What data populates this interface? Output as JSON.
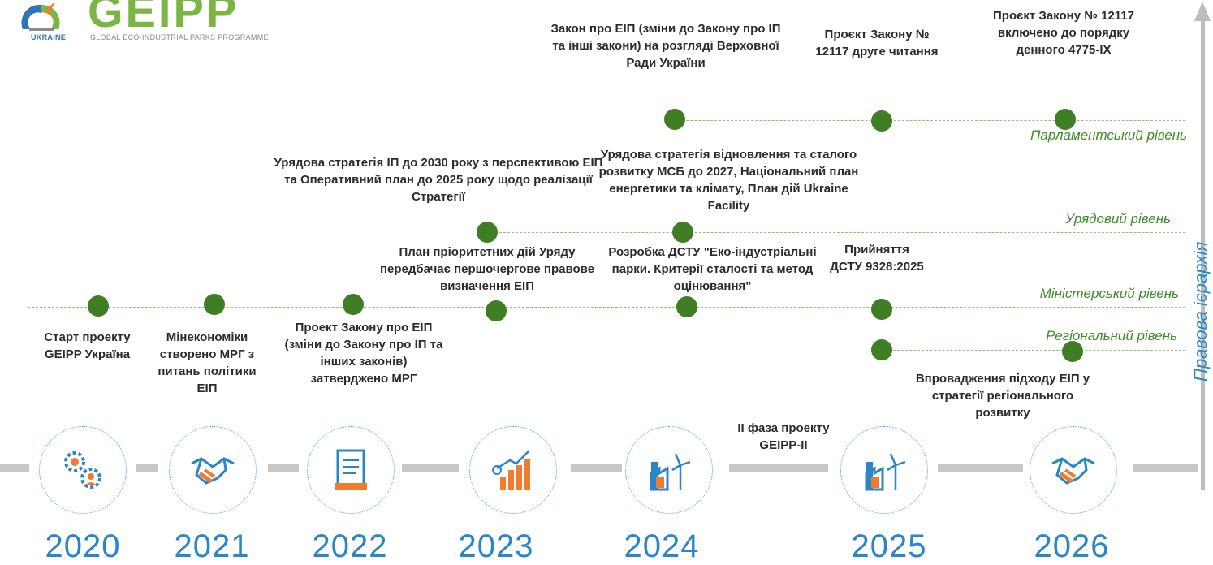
{
  "logo": {
    "title": "GEIPP",
    "country": "UKRAINE",
    "program": "GLOBAL ECO-INDUSTRIAL PARKS PROGRAMME",
    "colors": {
      "green": "#7bb543",
      "blue": "#2f74b5"
    }
  },
  "levels": {
    "parliament": "Парламентський рівень",
    "government": "Урядовий рівень",
    "ministry": "Міністерський рівень",
    "regional": "Регіональний рівень"
  },
  "axis_label": "Правова ієрархія",
  "events": {
    "e2020": "Старт проекту GEIPP Україна",
    "e2021": "Мінекономіки створено МРГ з питань політики ЕІП",
    "e2022": "Проект Закону про ЕІП (зміни до Закону про ІП та інших законів) затверджено МРГ",
    "e2023_gov": "Урядова стратегія ІП до 2030 року з перспективою ЕІП та Оперативний план до 2025 року щодо реалізації Стратегії",
    "e2023_min": "План пріоритетних дій Уряду передбачає першочергове правове визначення ЕІП",
    "e2024_parl": "Закон про ЕІП (зміни до Закону про ІП та інші закони) на розгляді Верховної Ради України",
    "e2024_gov": "Урядова стратегія відновлення та сталого розвитку МСБ до 2027, Національний план енергетики та клімату, План дій Ukraine Facility",
    "e2024_min": "Розробка ДСТУ \"Еко-індустріальні парки. Критерії сталості та метод оцінювання\"",
    "e2025_parl": "Проєкт Закону № 12117 друге читання",
    "e2025_min": "Прийняття ДСТУ 9328:2025",
    "e2026_parl": "Проєкт Закону № 12117 включено до порядку денного 4775-IX",
    "e2026_reg": "Впровадження підходу ЕІП у стратегії регіонального розвитку",
    "phase2": "II фаза проекту GEIPP-II"
  },
  "years": [
    "2020",
    "2021",
    "2022",
    "2023",
    "2024",
    "2025",
    "2026"
  ],
  "icons": [
    "gears-people-icon",
    "handshake-icon",
    "document-icon",
    "growth-chart-icon",
    "factory-wind-icon",
    "factory-wind-icon",
    "handshake-icon"
  ],
  "colors": {
    "dot": "#3f7e25",
    "level_line": "#8fc56e",
    "level_text": "#3f8a2a",
    "year": "#2b86c8",
    "icon_blue": "#2b86c8",
    "icon_orange": "#f07c2f",
    "timeline": "#c8c8c8"
  }
}
